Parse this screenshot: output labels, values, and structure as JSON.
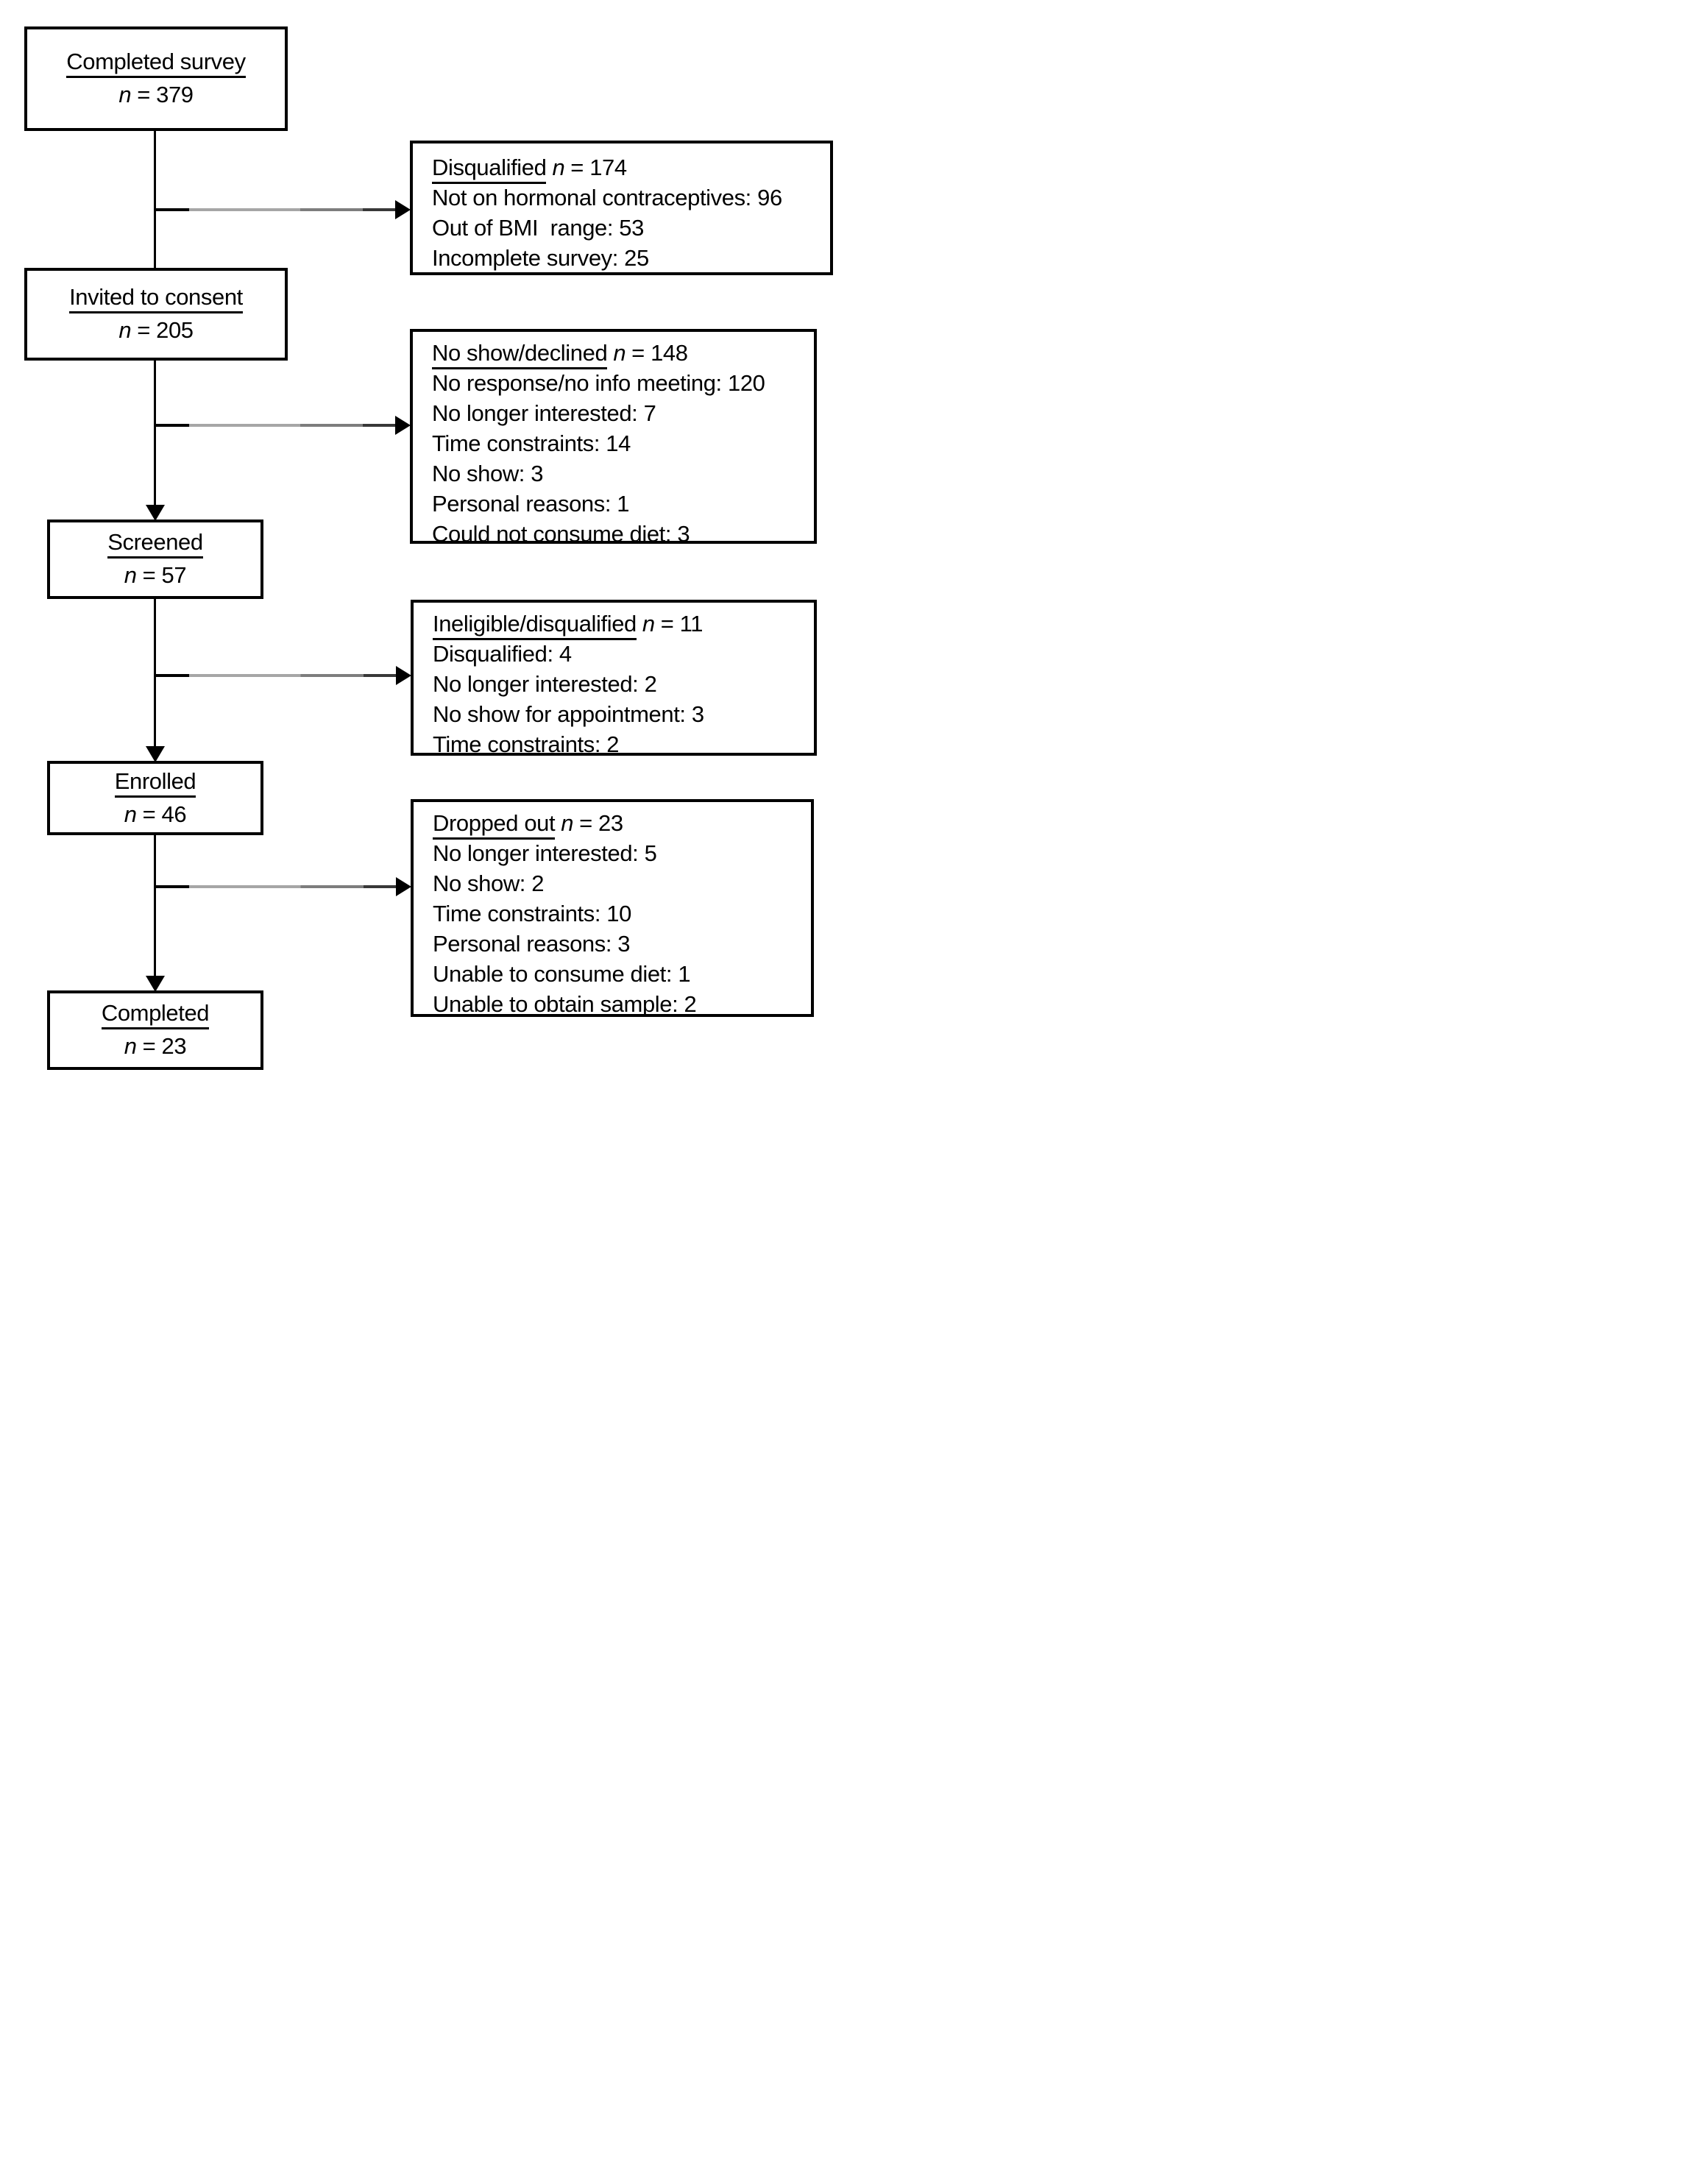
{
  "colors": {
    "line": "#000000",
    "branch_gray": "#a6a6a6",
    "background": "#ffffff"
  },
  "flow": {
    "main_boxes": [
      {
        "label": "Completed survey",
        "n_symbol": "n",
        "n_value": "= 379"
      },
      {
        "label": "Invited to consent",
        "n_symbol": "n",
        "n_value": "= 205"
      },
      {
        "label": "Screened",
        "n_symbol": "n",
        "n_value": "= 57"
      },
      {
        "label": "Enrolled",
        "n_symbol": "n",
        "n_value": "= 46"
      },
      {
        "label": "Completed",
        "n_symbol": "n",
        "n_value": "= 23"
      }
    ],
    "side_boxes": [
      {
        "heading": "Disqualified",
        "n_symbol": "n",
        "n_value": "= 174",
        "items": [
          "Not on hormonal contraceptives: 96",
          "Out of BMI  range: 53",
          "Incomplete survey: 25"
        ]
      },
      {
        "heading": "No show/declined",
        "n_symbol": "n",
        "n_value": "= 148",
        "items": [
          "No response/no info meeting: 120",
          "No longer interested: 7",
          "Time constraints: 14",
          "No show: 3",
          "Personal reasons: 1",
          "Could not consume diet: 3"
        ]
      },
      {
        "heading": "Ineligible/disqualified",
        "n_symbol": "n",
        "n_value": "= 11",
        "items": [
          "Disqualified: 4",
          "No longer interested: 2",
          "No show for appointment: 3",
          "Time constraints: 2"
        ]
      },
      {
        "heading": "Dropped out",
        "n_symbol": "n",
        "n_value": "= 23",
        "items": [
          "No longer interested: 5",
          "No show: 2",
          "Time constraints: 10",
          "Personal reasons: 3",
          "Unable to consume diet: 1",
          "Unable to obtain sample: 2"
        ]
      }
    ]
  }
}
